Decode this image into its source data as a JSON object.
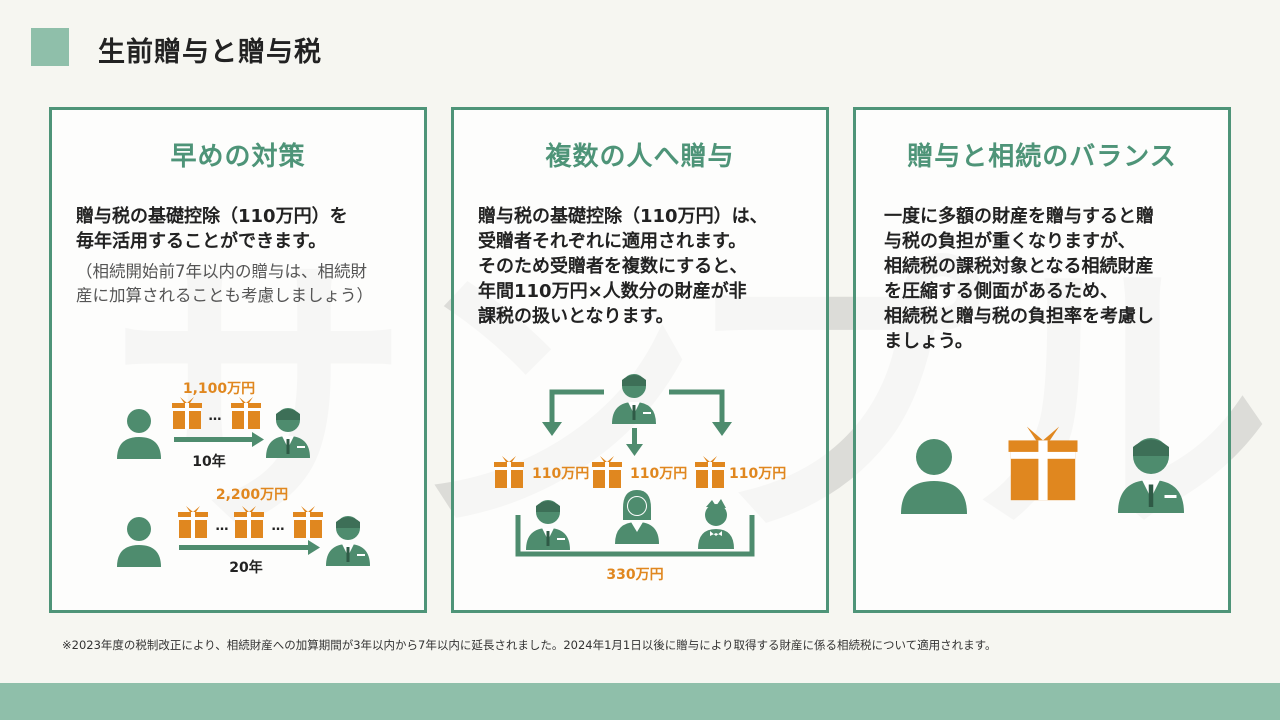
{
  "page": {
    "title": "生前贈与と贈与税",
    "watermark": "サンプル",
    "footnote": "※2023年度の税制改正により、相続財産への加算期間が3年以内から7年以内に延長されました。2024年1月1日以後に贈与により取得する財産に係る相続税について適用されます。"
  },
  "colors": {
    "accent": "#4e9478",
    "accent_light": "#8fbfaa",
    "orange": "#e0871f",
    "person": "#4e8c6e"
  },
  "panels": [
    {
      "title": "早めの対策",
      "body_lines": [
        "贈与税の基礎控除（110万円）を",
        "毎年活用することができます。"
      ],
      "note_lines": [
        "（相続開始前7年以内の贈与は、相続財",
        "産に加算されることも考慮しましょう）"
      ],
      "rows": [
        {
          "amount": "1,100万円",
          "years": "10年",
          "ellipsis": "…"
        },
        {
          "amount": "2,200万円",
          "years": "20年",
          "ellipsis": "…"
        }
      ]
    },
    {
      "title": "複数の人へ贈与",
      "body_lines": [
        "贈与税の基礎控除（110万円）は、",
        "受贈者それぞれに適用されます。",
        "そのため受贈者を複数にすると、",
        "年間110万円×人数分の財産が非",
        "課税の扱いとなります。"
      ],
      "gift_labels": [
        "110万円",
        "110万円",
        "110万円"
      ],
      "total": "330万円"
    },
    {
      "title": "贈与と相続のバランス",
      "body_lines": [
        "一度に多額の財産を贈与すると贈",
        "与税の負担が重くなりますが、",
        "相続税の課税対象となる相続財産",
        "を圧縮する側面があるため、",
        "相続税と贈与税の負担率を考慮し",
        "ましょう。"
      ]
    }
  ]
}
